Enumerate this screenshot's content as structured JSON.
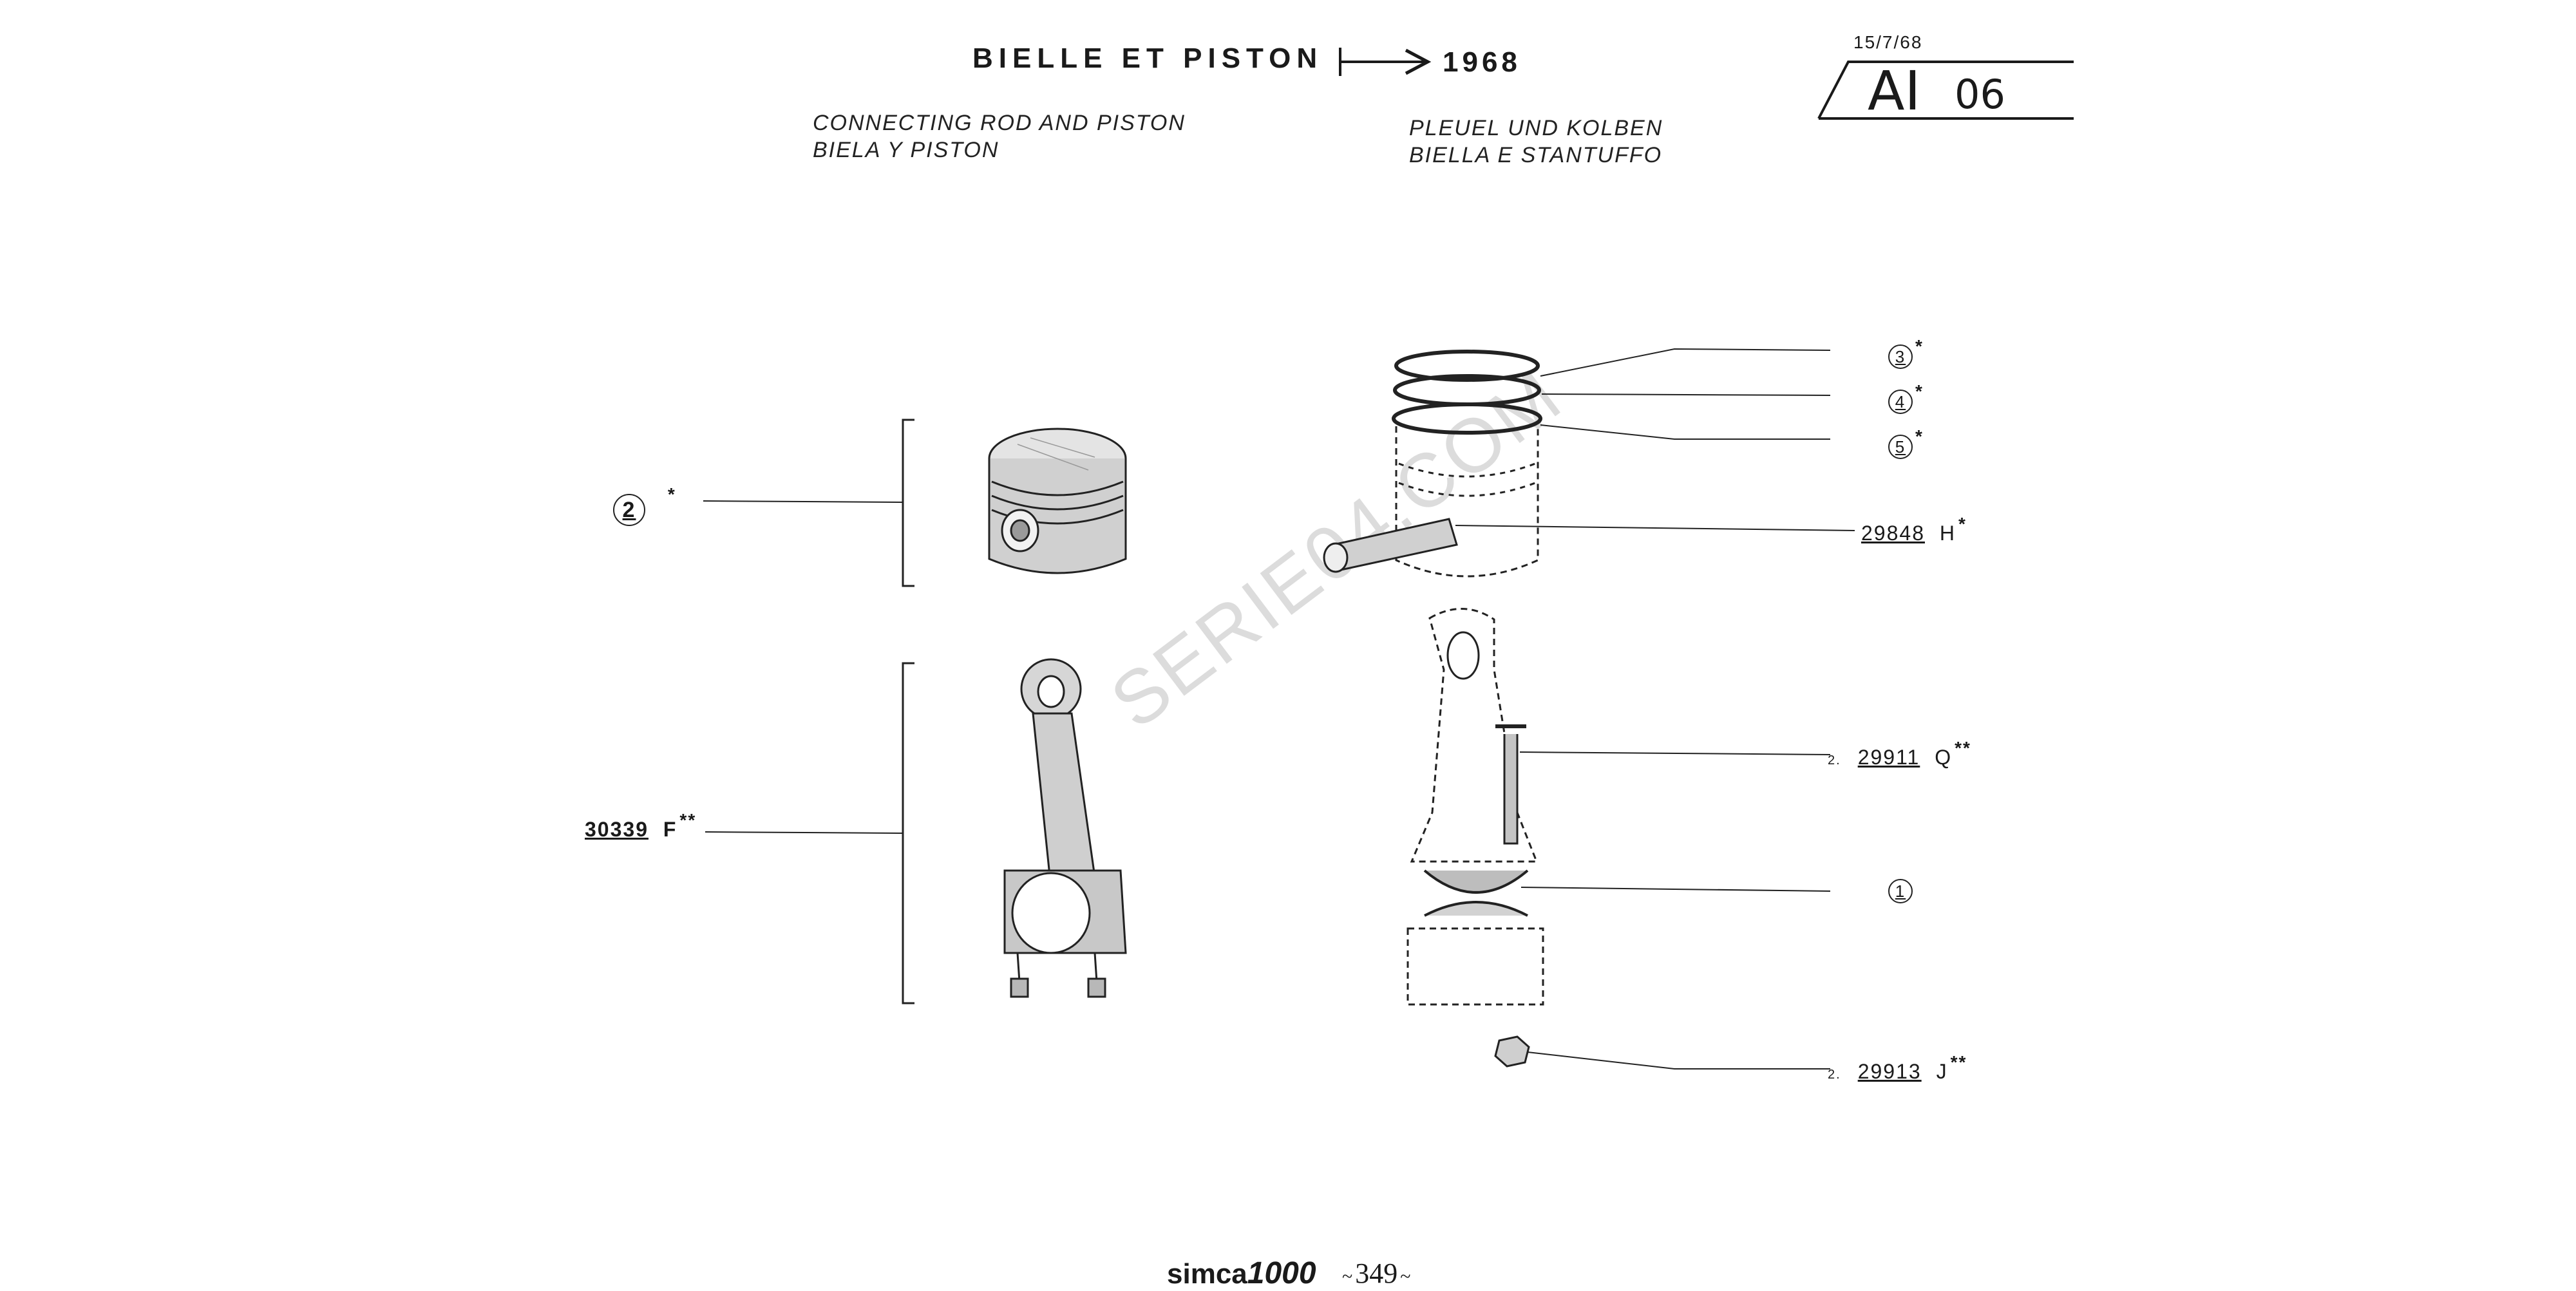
{
  "header": {
    "title": "BIELLE ET PISTON",
    "year": "1968",
    "subtitles": {
      "en": "CONNECTING ROD AND PISTON",
      "es": "BIELA Y PISTON",
      "de": "PLEUEL UND KOLBEN",
      "it": "BIELLA E STANTUFFO"
    },
    "date": "15/7/68",
    "sheet_code": "AI",
    "sheet_number": "06"
  },
  "left_refs": {
    "piston": {
      "num": "2",
      "stars": "*"
    },
    "rod": {
      "part": "30339",
      "suffix": "F",
      "stars": "**"
    }
  },
  "right_refs": [
    {
      "id": "ring-3",
      "circled": "3",
      "stars": "*"
    },
    {
      "id": "ring-4",
      "circled": "4",
      "stars": "*"
    },
    {
      "id": "ring-5",
      "circled": "5",
      "stars": "*"
    },
    {
      "id": "pin",
      "part": "29848",
      "suffix": "H",
      "stars": "*"
    },
    {
      "id": "bolt",
      "qty": "2.",
      "part": "29911",
      "suffix": "Q",
      "stars": "**"
    },
    {
      "id": "bearing",
      "circled": "1"
    },
    {
      "id": "nut",
      "qty": "2.",
      "part": "29913",
      "suffix": "J",
      "stars": "**"
    }
  ],
  "watermark": "SERIE04.COM",
  "footer": {
    "brand": "simca",
    "model": "1000",
    "page": "349"
  }
}
